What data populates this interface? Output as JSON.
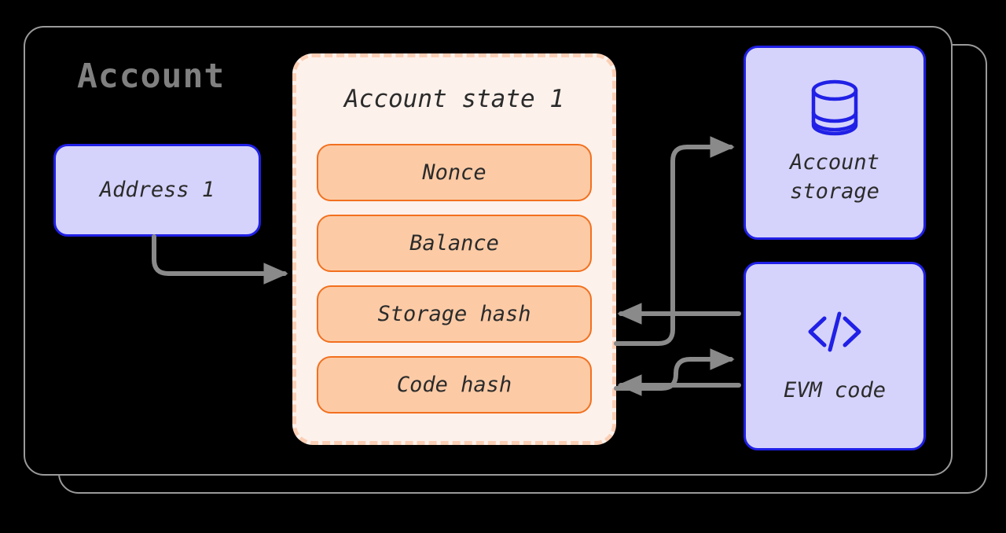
{
  "diagram": {
    "title_heading": "Account",
    "background": "#000000",
    "card_stroke": "#9a9a9a"
  },
  "account": {
    "heading": "Account",
    "heading_color": "#808080",
    "address": {
      "label": "Address 1",
      "fill": "#D5D3FB",
      "stroke": "#2020E6"
    }
  },
  "account_state": {
    "title": "Account state 1",
    "fill": "#FDF1EB",
    "dash_color": "#FBCFB5",
    "field_fill": "#FCCBA6",
    "field_stroke": "#F2701E",
    "fields": [
      {
        "label": "Nonce"
      },
      {
        "label": "Balance"
      },
      {
        "label": "Storage hash"
      },
      {
        "label": "Code hash"
      }
    ]
  },
  "external_nodes": [
    {
      "id": "account-storage",
      "label": "Account\nstorage",
      "icon": "database-icon",
      "fill": "#D5D3FB",
      "stroke": "#2020E6"
    },
    {
      "id": "evm-code",
      "label": "EVM code",
      "icon": "code-brackets-icon",
      "fill": "#D5D3FB",
      "stroke": "#2020E6"
    }
  ],
  "connectors": [
    {
      "from": "Address 1",
      "to": "Account state 1",
      "color": "#8a8a8a"
    },
    {
      "from": "Storage hash",
      "to": "Account storage",
      "color": "#8a8a8a"
    },
    {
      "from": "Account storage",
      "to": "Storage hash",
      "color": "#8a8a8a"
    },
    {
      "from": "Code hash",
      "to": "EVM code",
      "color": "#8a8a8a"
    },
    {
      "from": "EVM code",
      "to": "Code hash",
      "color": "#8a8a8a"
    }
  ]
}
